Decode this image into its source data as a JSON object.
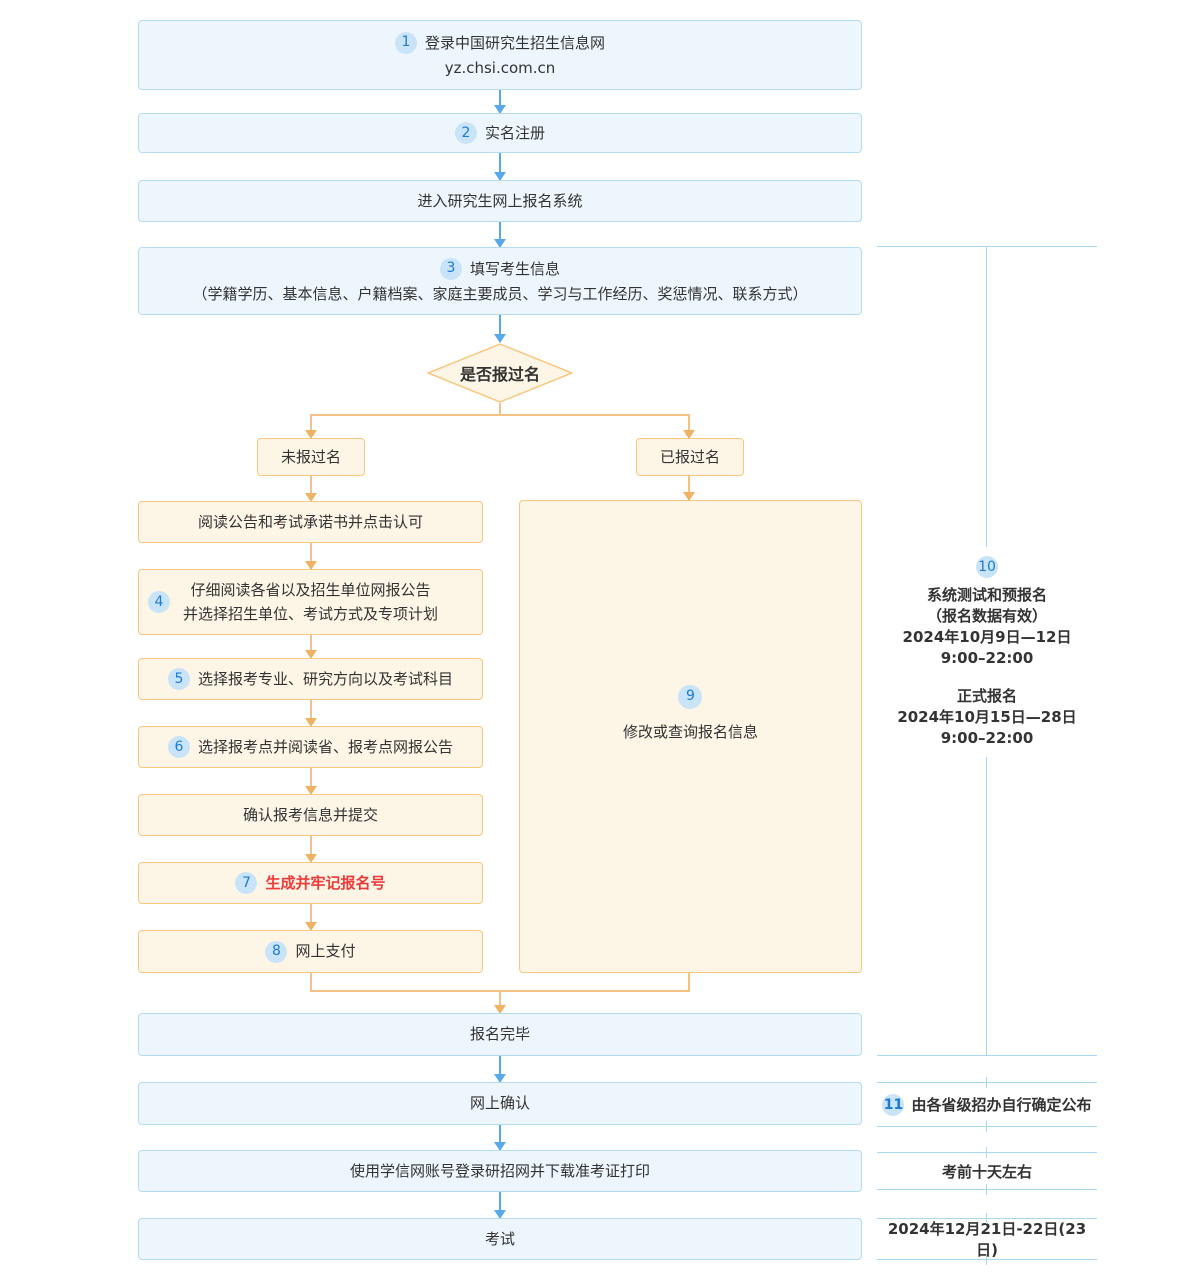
{
  "flow": {
    "step1": {
      "badge": "1",
      "title": "登录中国研究生招生信息网",
      "url": "yz.chsi.com.cn"
    },
    "step2": {
      "badge": "2",
      "label": "实名注册"
    },
    "step_enter": {
      "label": "进入研究生网上报名系统"
    },
    "step3": {
      "badge": "3",
      "title": "填写考生信息",
      "detail": "（学籍学历、基本信息、户籍档案、家庭主要成员、学习与工作经历、奖惩情况、联系方式）"
    },
    "decision": {
      "label": "是否报过名"
    },
    "branch_no": {
      "label": "未报过名"
    },
    "branch_yes": {
      "label": "已报过名"
    },
    "left_steps": [
      {
        "label": "阅读公告和考试承诺书并点击认可"
      },
      {
        "badge": "4",
        "line1": "仔细阅读各省以及招生单位网报公告",
        "line2": "并选择招生单位、考试方式及专项计划"
      },
      {
        "badge": "5",
        "label": "选择报考专业、研究方向以及考试科目"
      },
      {
        "badge": "6",
        "label": "选择报考点并阅读省、报考点网报公告"
      },
      {
        "label": "确认报考信息并提交"
      },
      {
        "badge": "7",
        "label": "生成并牢记报名号"
      },
      {
        "badge": "8",
        "label": "网上支付"
      }
    ],
    "step9": {
      "badge": "9",
      "label": "修改或查询报名信息"
    },
    "finish": {
      "label": "报名完毕"
    },
    "confirm": {
      "label": "网上确认"
    },
    "download": {
      "label": "使用学信网账号登录研招网并下载准考证打印"
    },
    "exam": {
      "label": "考试"
    }
  },
  "sidebar": {
    "registration": {
      "badge": "10",
      "test_title": "系统测试和预报名",
      "test_note": "（报名数据有效）",
      "test_date": "2024年10月9日—12日",
      "test_time": "9:00–22:00",
      "formal_title": "正式报名",
      "formal_date": "2024年10月15日—28日",
      "formal_time": "9:00–22:00"
    },
    "confirm_note": {
      "badge": "11",
      "label": "由各省级招办自行确定公布"
    },
    "download_note": {
      "label": "考前十天左右"
    },
    "exam_date": {
      "label": "2024年12月21日-22日(23日)"
    }
  },
  "colors": {
    "blue_fill": "#edf6fd",
    "blue_border": "#b3dcf2",
    "blue_arrow": "#58a9e9",
    "orange_fill": "#fdf5e6",
    "orange_border": "#f8c77f",
    "orange_line": "#f6c184",
    "badge_fill": "#c9e3f8",
    "badge_text": "#1d7ad2",
    "red_text": "#f03a3a",
    "sidebar_line": "#a9d9f0",
    "text": "#333333"
  }
}
